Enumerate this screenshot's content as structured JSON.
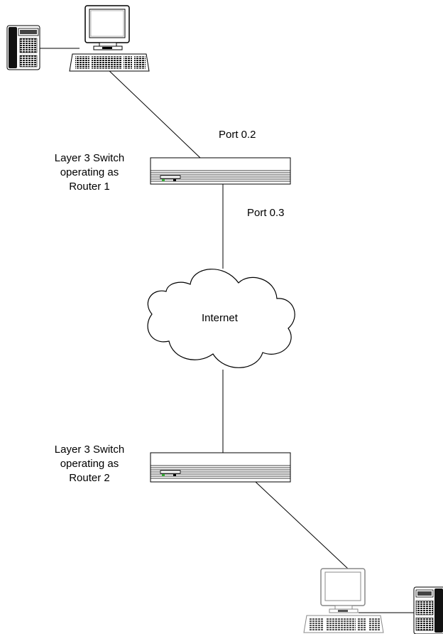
{
  "diagram": {
    "labels": {
      "port_top": "Port 0.2",
      "port_bottom": "Port 0.3",
      "router1": [
        "Layer 3 Switch",
        "operating as",
        "Router 1"
      ],
      "router2": [
        "Layer 3 Switch",
        "operating as",
        "Router 2"
      ],
      "cloud": "Internet"
    },
    "nodes": [
      {
        "id": "pc-top",
        "icon": "computer-workstation-icon"
      },
      {
        "id": "phone-top",
        "icon": "desk-phone-icon"
      },
      {
        "id": "router-1",
        "icon": "layer3-switch-icon"
      },
      {
        "id": "internet",
        "icon": "cloud-icon"
      },
      {
        "id": "router-2",
        "icon": "layer3-switch-icon"
      },
      {
        "id": "pc-bottom",
        "icon": "computer-workstation-icon"
      },
      {
        "id": "phone-bottom",
        "icon": "desk-phone-icon"
      }
    ],
    "links": [
      [
        "phone-top",
        "pc-top"
      ],
      [
        "pc-top",
        "router-1"
      ],
      [
        "router-1",
        "internet"
      ],
      [
        "internet",
        "router-2"
      ],
      [
        "router-2",
        "pc-bottom"
      ],
      [
        "pc-bottom",
        "phone-bottom"
      ]
    ]
  }
}
